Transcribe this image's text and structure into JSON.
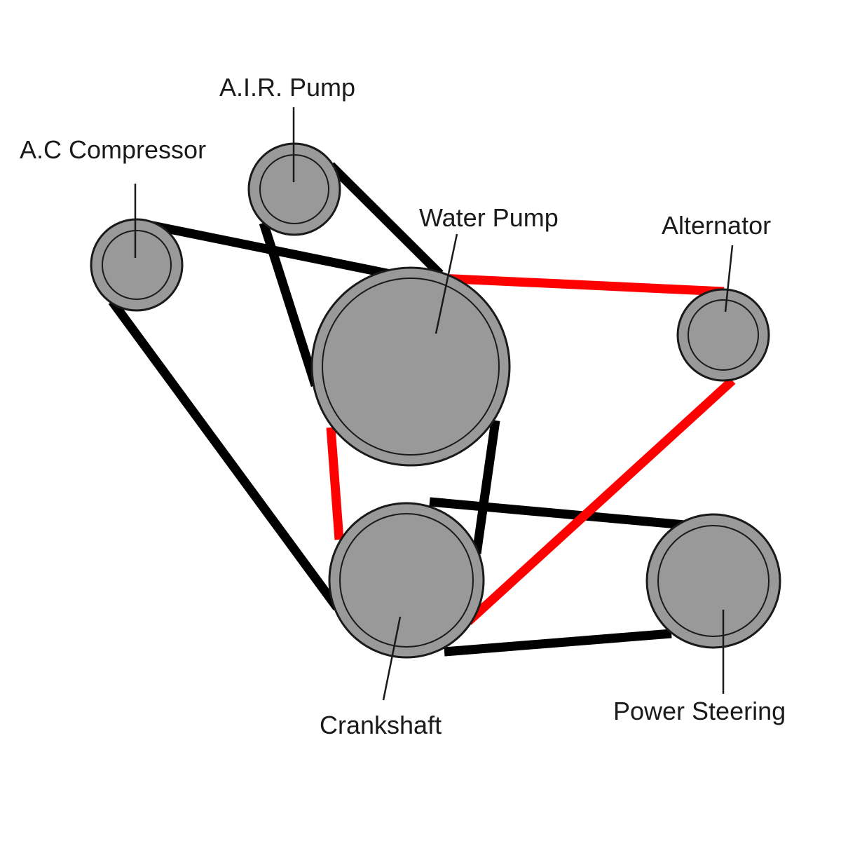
{
  "colors": {
    "belt_primary": "#000000",
    "belt_secondary": "#ff0000",
    "pulley_fill": "#999999",
    "outline": "#1a1a1a"
  },
  "labels": {
    "air_pump": "A.I.R. Pump",
    "ac_compressor": "A.C Compressor",
    "water_pump": "Water Pump",
    "alternator": "Alternator",
    "crankshaft": "Crankshaft",
    "power_steering": "Power Steering"
  }
}
